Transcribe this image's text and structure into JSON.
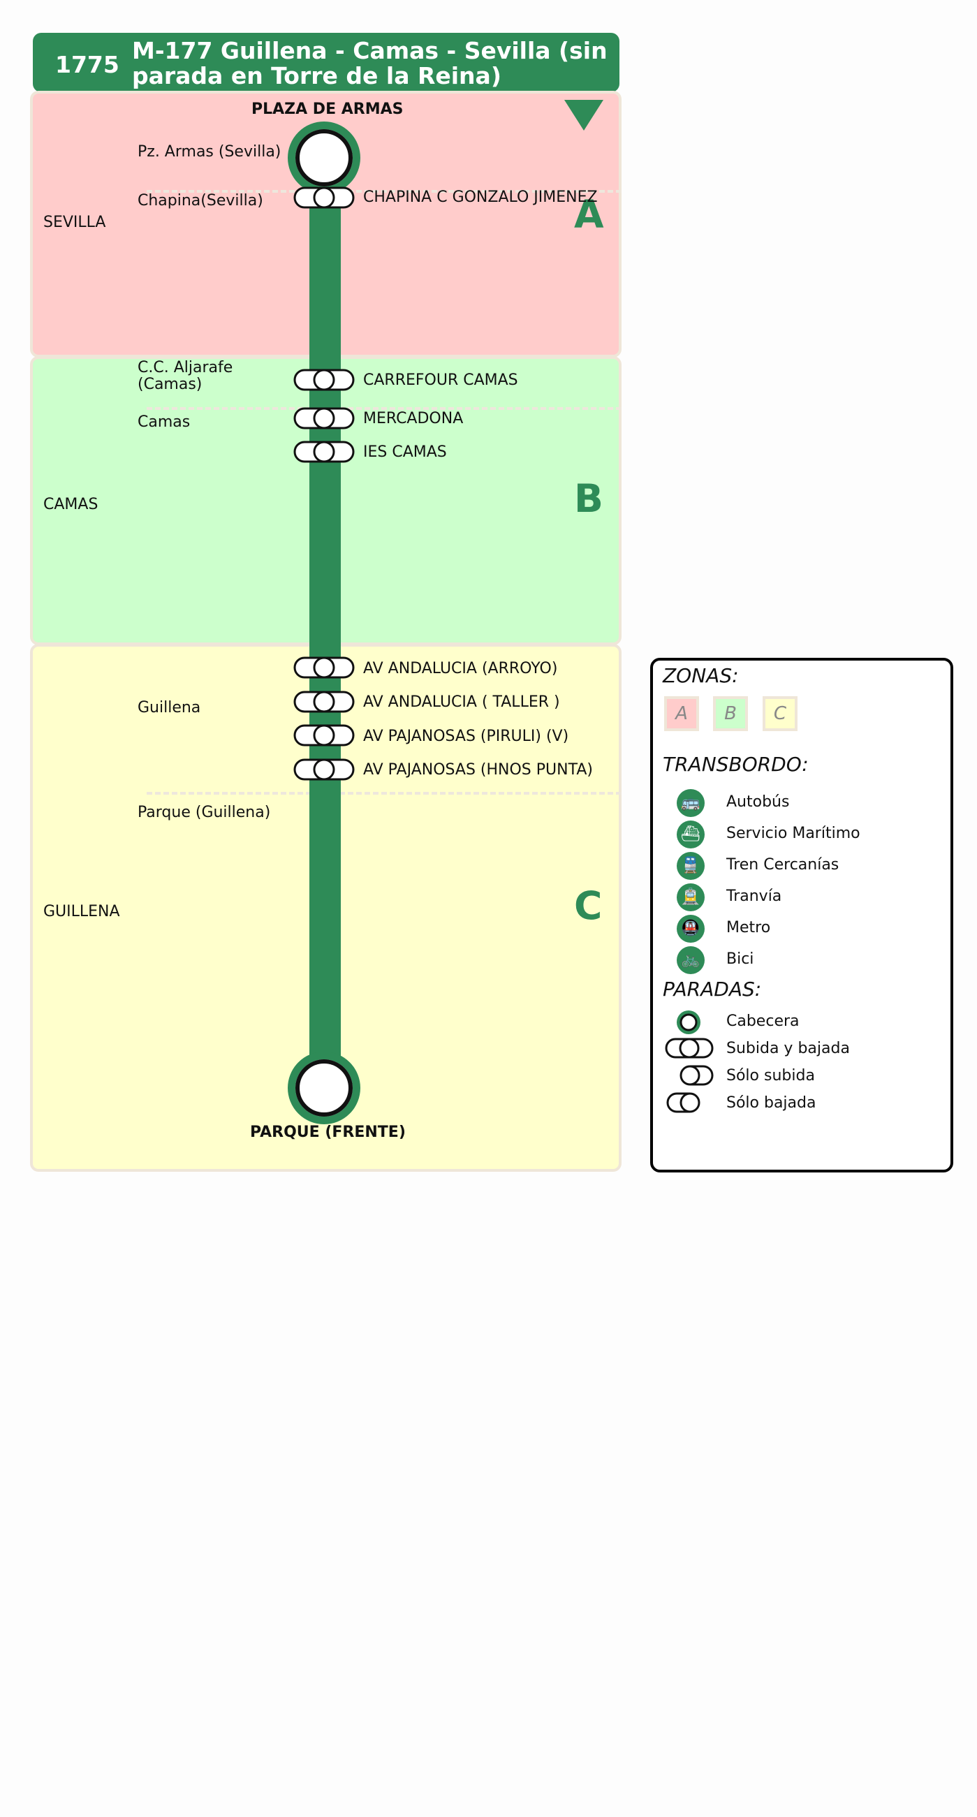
{
  "header": {
    "route_number": "1775",
    "route_title": "M-177 Guillena - Camas - Sevilla (sin parada en Torre de la Reina)"
  },
  "zones": [
    {
      "letter": "A",
      "municipality": "SEVILLA",
      "color": "#ffcccb"
    },
    {
      "letter": "B",
      "municipality": "CAMAS",
      "color": "#ccffcc"
    },
    {
      "letter": "C",
      "municipality": "GUILLENA",
      "color": "#ffffcc"
    }
  ],
  "line_color": "#2e8b57",
  "terminals": {
    "start": "PLAZA DE ARMAS",
    "end": "PARQUE (FRENTE)"
  },
  "locations": [
    "Pz. Armas (Sevilla)",
    "Chapina(Sevilla)",
    "C.C. Aljarafe (Camas)",
    "Camas",
    "Guillena",
    "Parque (Guillena)"
  ],
  "stops": [
    "CHAPINA C GONZALO JIMENEZ",
    "CARREFOUR CAMAS",
    "MERCADONA",
    "IES CAMAS",
    "AV ANDALUCIA (ARROYO)",
    "AV ANDALUCIA ( TALLER )",
    "AV PAJANOSAS (PIRULI) (V)",
    "AV PAJANOSAS (HNOS PUNTA)"
  ],
  "legend": {
    "zones_title": "ZONAS:",
    "zone_letters": [
      "A",
      "B",
      "C"
    ],
    "transfer_title": "TRANSBORDO:",
    "transfers": [
      {
        "label": "Autobús",
        "icon": "bus-icon"
      },
      {
        "label": "Servicio Marítimo",
        "icon": "ship-icon"
      },
      {
        "label": "Tren Cercanías",
        "icon": "train-icon"
      },
      {
        "label": "Tranvía",
        "icon": "tram-icon"
      },
      {
        "label": "Metro",
        "icon": "metro-icon"
      },
      {
        "label": "Bici",
        "icon": "bike-icon"
      }
    ],
    "stops_title": "PARADAS:",
    "stop_types": [
      "Cabecera",
      "Subida y bajada",
      "Sólo subida",
      "Sólo bajada"
    ]
  }
}
